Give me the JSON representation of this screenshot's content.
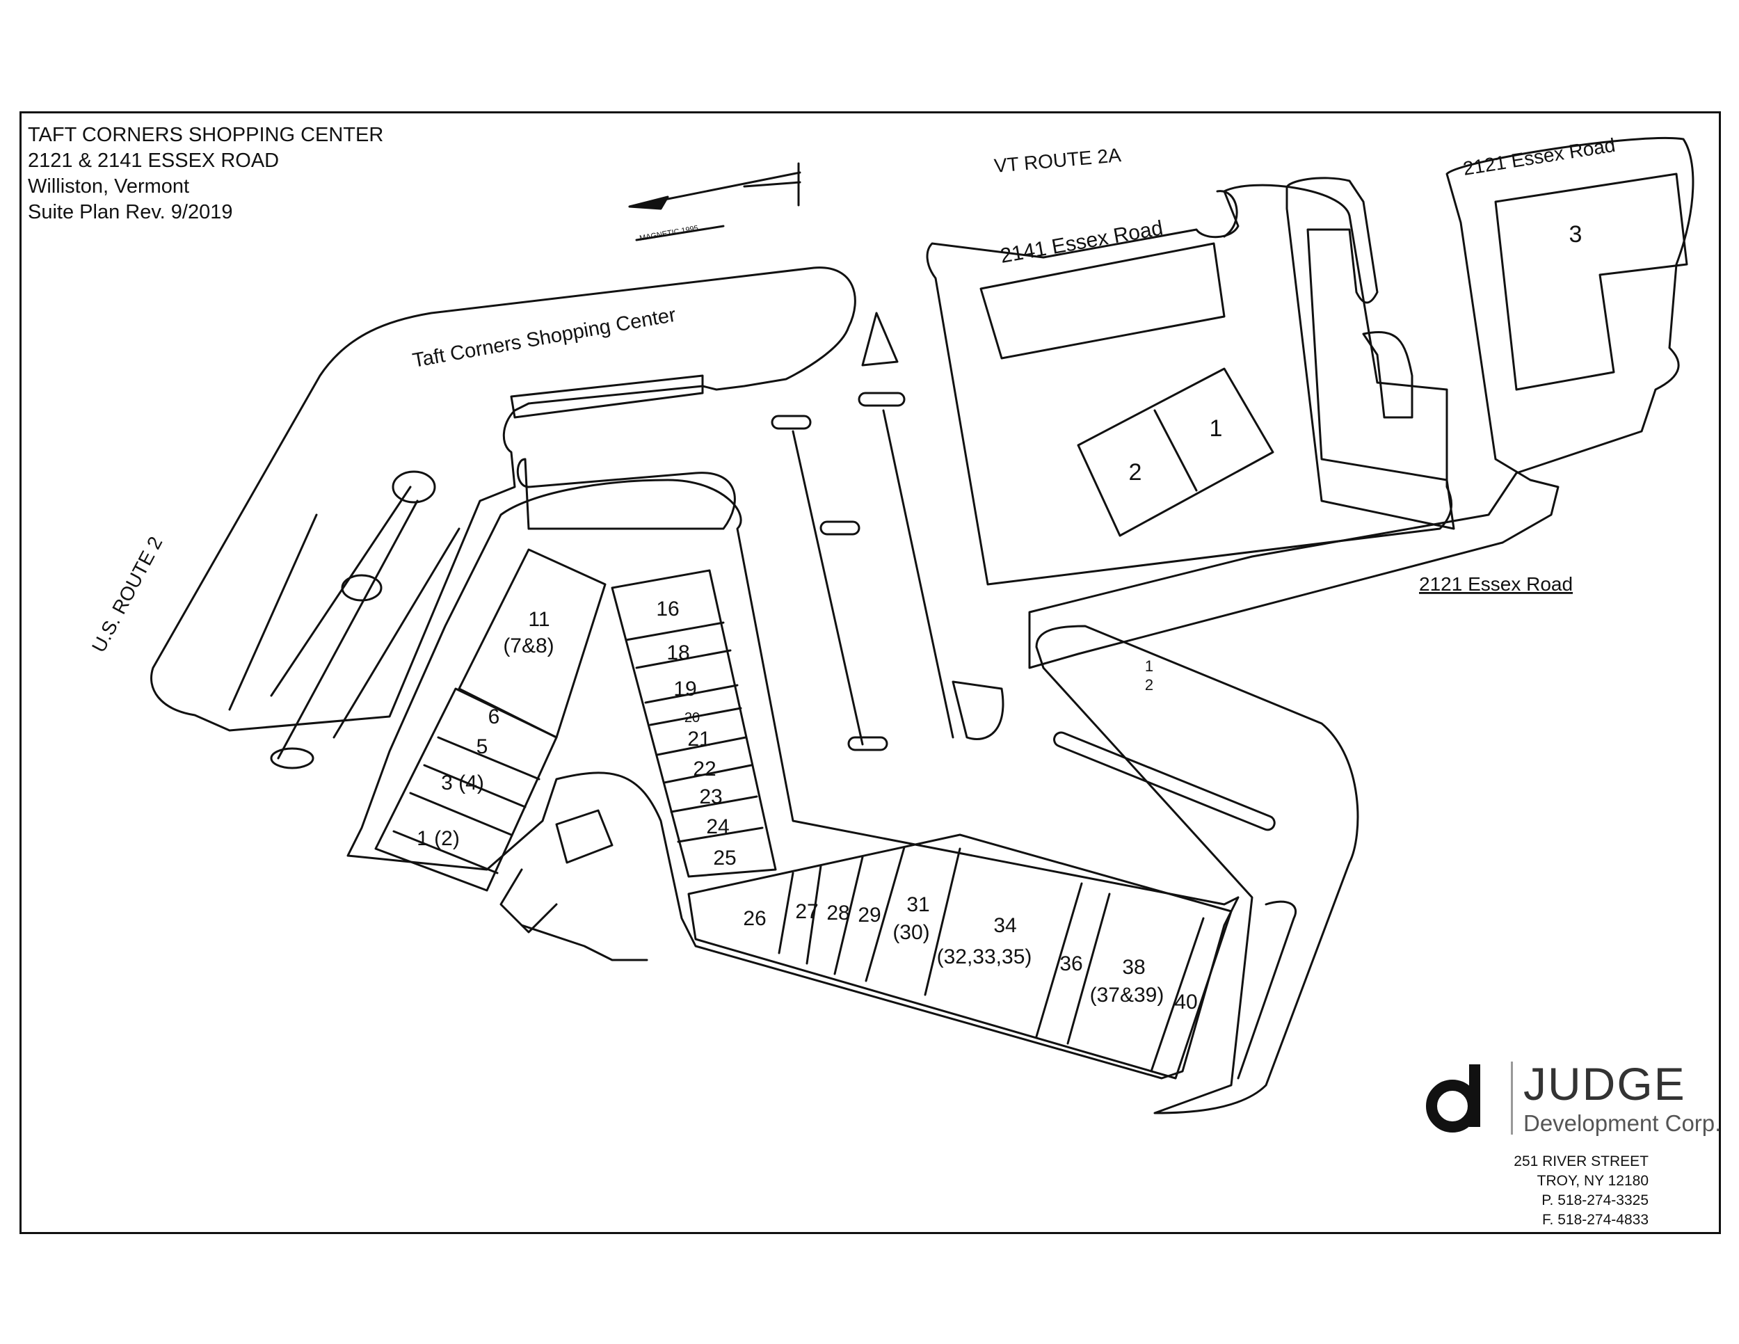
{
  "title_block": {
    "line1": "TAFT CORNERS SHOPPING CENTER",
    "line2": "2121 & 2141 ESSEX ROAD",
    "line3": "Williston, Vermont",
    "line4": "Suite Plan Rev. 9/2019"
  },
  "north_arrow": {
    "label": "MAGNETIC 1995"
  },
  "roads": {
    "vt_route_2a": "VT ROUTE 2A",
    "us_route_2": "U.S. ROUTE 2",
    "taft_corners": "Taft Corners Shopping Center",
    "essex_2141": "2141 Essex Road",
    "essex_2121_top": "2121 Essex Road",
    "essex_2121_bottom": "2121 Essex Road"
  },
  "suites": {
    "s1": "1",
    "s2": "2",
    "s3": "3",
    "p1": "1",
    "p2": "2",
    "s11": "11",
    "s11b": "(7&8)",
    "s6": "6",
    "s5": "5",
    "s3_4": "3 (4)",
    "s1_2": "1 (2)",
    "s16": "16",
    "s18": "18",
    "s19": "19",
    "s20": "20",
    "s21": "21",
    "s22": "22",
    "s23": "23",
    "s24": "24",
    "s25": "25",
    "s26": "26",
    "s27": "27",
    "s28": "28",
    "s29": "29",
    "s31": "31",
    "s31b": "(30)",
    "s34": "34",
    "s34b": "(32,33,35)",
    "s36": "36",
    "s38": "38",
    "s38b": "(37&39)",
    "s40": "40"
  },
  "logo": {
    "name": "JUDGE",
    "subtitle": "Development Corp."
  },
  "contact": {
    "street": "251 RIVER STREET",
    "city": "TROY, NY 12180",
    "phone": "P.  518-274-3325",
    "fax": "F.  518-274-4833"
  }
}
